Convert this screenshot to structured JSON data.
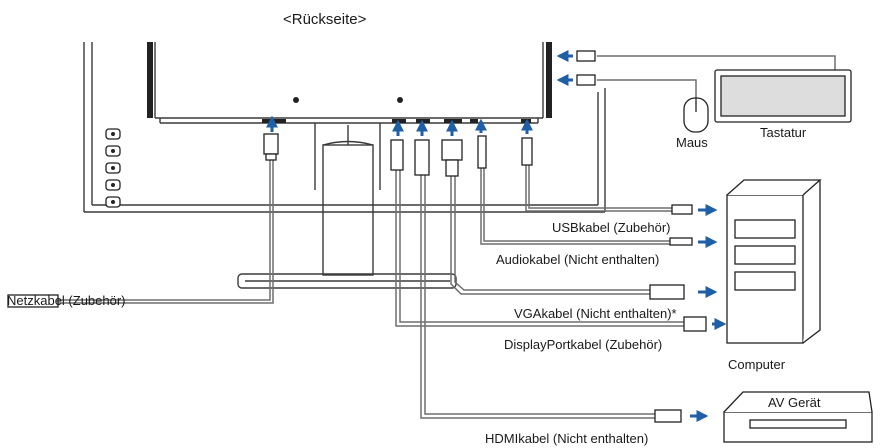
{
  "title": "<Rückseite>",
  "cables": {
    "usb": "USBkabel (Zubehör)",
    "audio": "Audiokabel (Nicht enthalten)",
    "vga": "VGAkabel (Nicht enthalten)*",
    "displayport": "DisplayPortkabel (Zubehör)",
    "hdmi": "HDMIkabel (Nicht enthalten)",
    "power": "Netzkabel (Zubehör)"
  },
  "devices": {
    "keyboard": "Tastatur",
    "mouse": "Maus",
    "computer": "Computer",
    "av": "AV Gerät"
  },
  "colors": {
    "arrow": "#1f5fa6",
    "line": "#3a3a3a",
    "cable": "#6e6e6e"
  },
  "icons": [
    "usb-plug-icon",
    "arrow-right-icon",
    "arrow-up-icon",
    "power-plug-icon",
    "vga-plug-icon",
    "hdmi-plug-icon",
    "displayport-plug-icon",
    "audio-plug-icon"
  ]
}
